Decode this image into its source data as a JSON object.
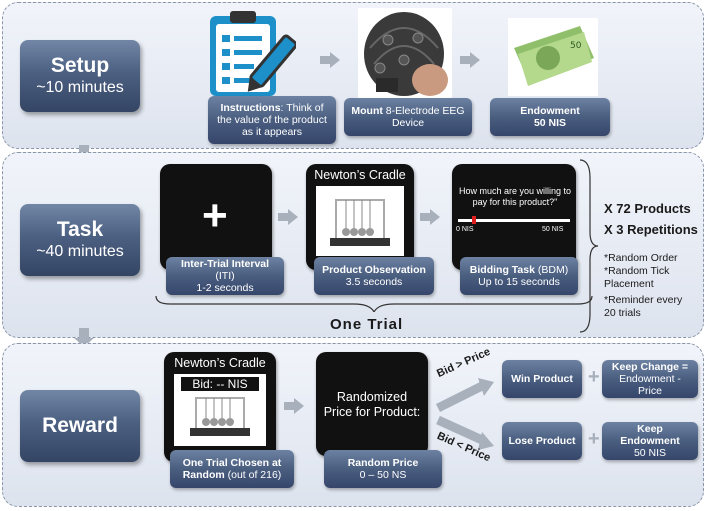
{
  "setup": {
    "title": "Setup",
    "duration": "~10 minutes",
    "instructions_bold": "Instructions",
    "instructions_rest": ": Think of the value of the product as it appears",
    "mount_bold": "Mount",
    "mount_rest": " 8-Electrode EEG Device",
    "endowment_title": "Endowment",
    "endowment_value": "50 NIS"
  },
  "task": {
    "title": "Task",
    "duration": "~40 minutes",
    "iti_bold": "Inter-Trial Interval",
    "iti_rest": " (ITI)",
    "iti_time": "1-2 seconds",
    "obs_bold": "Product Observation",
    "obs_time": "3.5 seconds",
    "bid_bold": "Bidding Task",
    "bid_rest": " (BDM)",
    "bid_time": "Up to 15 seconds",
    "product_name": "Newton’s Cradle",
    "bid_question": "How much  are you willing to pay for this product?\"",
    "scale_min": "0 NIS",
    "scale_max": "50 NIS",
    "one_trial": "One Trial",
    "products": "X 72 Products",
    "repetitions": "X 3 Repetitions",
    "notes": [
      "*Random Order",
      "*Random Tick Placement",
      "*Reminder every 20 trials"
    ]
  },
  "reward": {
    "title": "Reward",
    "product_name": "Newton’s Cradle",
    "bid_display": "Bid: -- NIS",
    "chosen_bold": "One Trial Chosen at Random",
    "chosen_rest": " (out of 216)",
    "price_screen": "Randomized Price for Product:",
    "random_price_title": "Random Price",
    "random_price_range": "0 – 50 NS",
    "bid_gt": "Bid > Price",
    "bid_lt": "Bid < Price",
    "win": "Win Product",
    "lose": "Lose Product",
    "keep_change_title": "Keep Change =",
    "keep_change_formula": "Endowment  - Price",
    "keep_endowment_title": "Keep Endowment",
    "keep_endowment_value": "50 NIS"
  }
}
